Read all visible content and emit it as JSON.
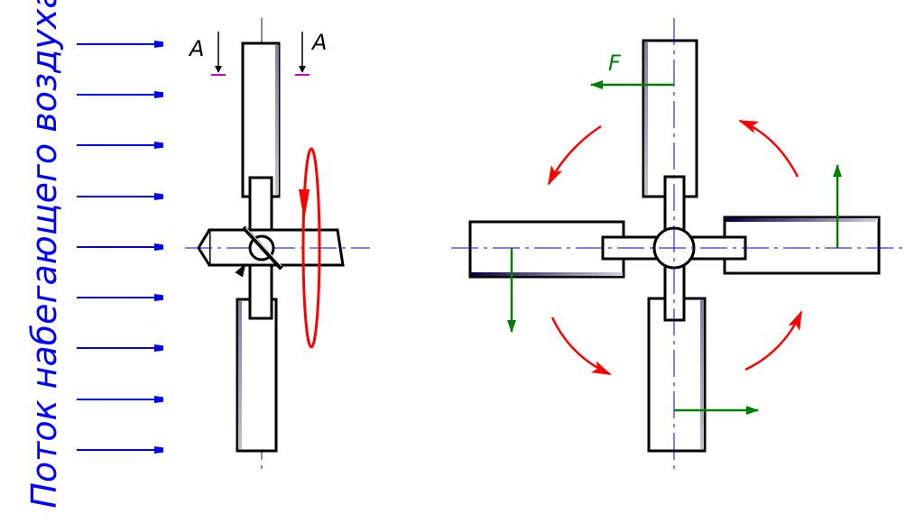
{
  "labels": {
    "airflow": "Поток набегающего воздуха",
    "section_left": "A",
    "section_right": "A",
    "force": "F"
  },
  "colors": {
    "airflow": "#0000ff",
    "rotation": "#ff0000",
    "force": "#008000",
    "outline": "#000000",
    "axis": "#0000cc",
    "section_mark": "#cc00cc"
  }
}
